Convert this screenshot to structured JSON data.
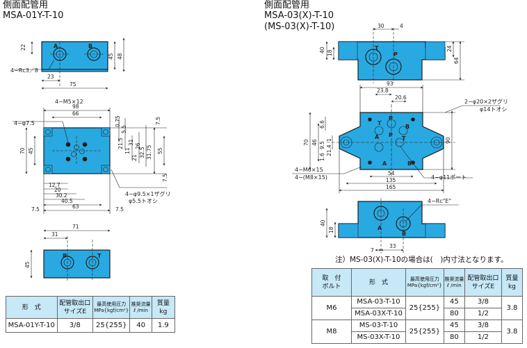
{
  "left": {
    "heading": "側面配管用",
    "model": "MSA-01Y-T-10",
    "v1": {
      "port_a": "A",
      "port_b": "B",
      "rc": "4−Rc3／8",
      "dims": [
        "22",
        "45",
        "48",
        "23",
        "75"
      ]
    },
    "v2": {
      "m5": "4−M5×12",
      "dia75": "4−φ7.5",
      "zaguri": "4−φ9.5×1ザグリ",
      "toshi": "φ5.5トオシ",
      "dims": [
        "98",
        "66",
        "0.75",
        "5.5",
        "7.5",
        "31",
        "26",
        "7.5",
        "70",
        "45",
        "55",
        "21.5",
        "11",
        "32.5",
        "31.75",
        "21",
        "12.7",
        "30.2",
        "20",
        "40.5",
        "63",
        "7.5",
        "7.5"
      ]
    },
    "v3": {
      "port_p": "P",
      "port_t": "T",
      "dims": [
        "71",
        "31",
        "45"
      ]
    }
  },
  "right": {
    "heading": "側面配管用",
    "model": "MSA-03(X)-T-10",
    "model2": "(MS-03(X)-T-10)",
    "v1": {
      "port_t": "T",
      "port_p": "P",
      "dims": [
        "30",
        "4",
        "40",
        "18",
        "24",
        "64"
      ]
    },
    "v2": {
      "zaguri": "2−φ20×2ザグリ",
      "toshi": "φ14トオシ",
      "m6": "4−M6×15",
      "m8": "4−(M8×15)",
      "port11": "4−φ11ポート",
      "dims": [
        "93",
        "23.8",
        "20.6",
        "6.6",
        "1",
        "21.4",
        "70",
        "46",
        "9.5",
        "1.6",
        "90",
        "54",
        "135",
        "165"
      ]
    },
    "v3": {
      "rc": "4−Rc\"E\"",
      "port_a": "A",
      "port_b": "B",
      "dims": [
        "40",
        "18",
        "7",
        "33"
      ]
    }
  },
  "note": "注）MS-03(X)-T-10の場合は(　)内寸法となります。",
  "table_left": {
    "headers": [
      "形　式",
      "配管取出口",
      "サイズE",
      "最高使用圧力",
      "MPa{kgf/cm²}",
      "推奨流量",
      "ℓ /min",
      "質量",
      "kg"
    ],
    "row": [
      "MSA-01Y-T-10",
      "3/8",
      "25{255}",
      "40",
      "1.9"
    ]
  },
  "table_right": {
    "headers": [
      "取　付",
      "ボルト",
      "形　式",
      "最高使用圧力",
      "MPa{kgf/cm²}",
      "推奨流量",
      "ℓ /min",
      "配管取出口",
      "サイズE",
      "質量",
      "kg"
    ],
    "rows": [
      {
        "bolt": "M6",
        "model": "MSA-03-T-10",
        "pressure": "25{255}",
        "flow": "45",
        "size": "3/8",
        "mass": "3.8"
      },
      {
        "bolt": "",
        "model": "MSA-03X-T-10",
        "pressure": "",
        "flow": "80",
        "size": "1/2",
        "mass": ""
      },
      {
        "bolt": "M8",
        "model": "MS-03-T-10",
        "pressure": "25{255}",
        "flow": "45",
        "size": "3/8",
        "mass": "3.8"
      },
      {
        "bolt": "",
        "model": "MS-03X-T-10",
        "pressure": "",
        "flow": "80",
        "size": "1/2",
        "mass": ""
      }
    ]
  },
  "colors": {
    "body": "#29a9e1",
    "edge": "#1d1d1d",
    "table_header": "#c6e8f7"
  }
}
